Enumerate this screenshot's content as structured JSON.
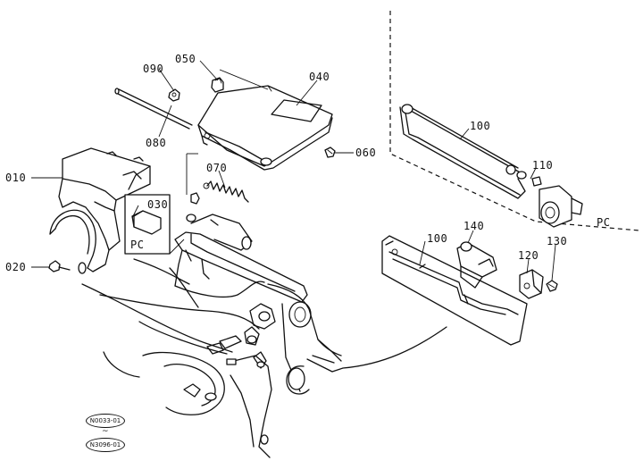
{
  "labels": {
    "p010": "010",
    "p020": "020",
    "p030": "030",
    "p040": "040",
    "p050": "050",
    "p060": "060",
    "p070": "070",
    "p080": "080",
    "p090": "090",
    "p100_upper": "100",
    "p100_lower": "100",
    "p110": "110",
    "p120": "120",
    "p130": "130",
    "p140": "140",
    "pc_left": "PC",
    "pc_right": "PC"
  },
  "serial": {
    "from": "N0033-01",
    "separator": "~",
    "to": "N3096-01"
  }
}
